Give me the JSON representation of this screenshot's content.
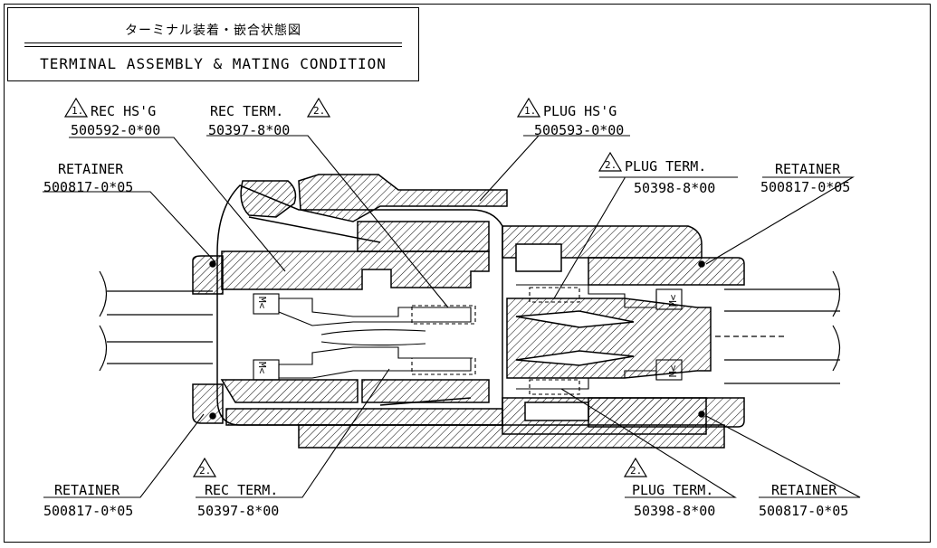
{
  "title": {
    "jp": "ターミナル装着・嵌合状態図",
    "en": "TERMINAL ASSEMBLY & MATING CONDITION"
  },
  "labels": {
    "rec_hsg_name": "REC HS'G",
    "rec_hsg_part": "500592-0*00",
    "rec_hsg_mark": "1.",
    "rec_term_top_name": "REC TERM.",
    "rec_term_top_part": "50397-8*00",
    "rec_term_top_mark": "2.",
    "plug_hsg_name": "PLUG HS'G",
    "plug_hsg_part": "500593-0*00",
    "plug_hsg_mark": "1.",
    "plug_term_top_name": "PLUG TERM.",
    "plug_term_top_part": "50398-8*00",
    "plug_term_top_mark": "2.",
    "retainer_tl_name": "RETAINER",
    "retainer_tl_part": "500817-0*05",
    "retainer_tr_name": "RETAINER",
    "retainer_tr_part": "500817-0*05",
    "retainer_bl_name": "RETAINER",
    "retainer_bl_part": "500817-0*05",
    "retainer_br_name": "RETAINER",
    "retainer_br_part": "500817-0*05",
    "rec_term_bot_name": "REC TERM.",
    "rec_term_bot_part": "50397-8*00",
    "rec_term_bot_mark": "2.",
    "plug_term_bot_name": "PLUG TERM.",
    "plug_term_bot_part": "50398-8*00",
    "plug_term_bot_mark": "2.",
    "crimp_mark": "M<"
  }
}
